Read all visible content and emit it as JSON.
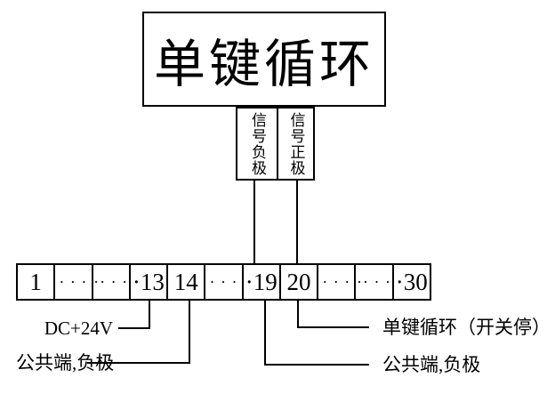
{
  "diagram": {
    "device": {
      "label": "单键循环"
    },
    "signal_terminals": {
      "negative": "信号负极",
      "positive": "信号正极"
    },
    "terminal_strip": {
      "cells": [
        "1",
        "· · ·",
        "·· · ·",
        "·13",
        "14",
        "· · ·",
        "·19",
        "20",
        "· · ·",
        "·· · ·",
        "·30"
      ]
    },
    "annotations": {
      "power": "DC+24V",
      "common_left": "公共端,负极",
      "single_key_mode": "单键循环（开关停）",
      "common_right": "公共端,负极"
    },
    "colors": {
      "line": "#000000",
      "background": "#ffffff",
      "text": "#000000"
    }
  }
}
